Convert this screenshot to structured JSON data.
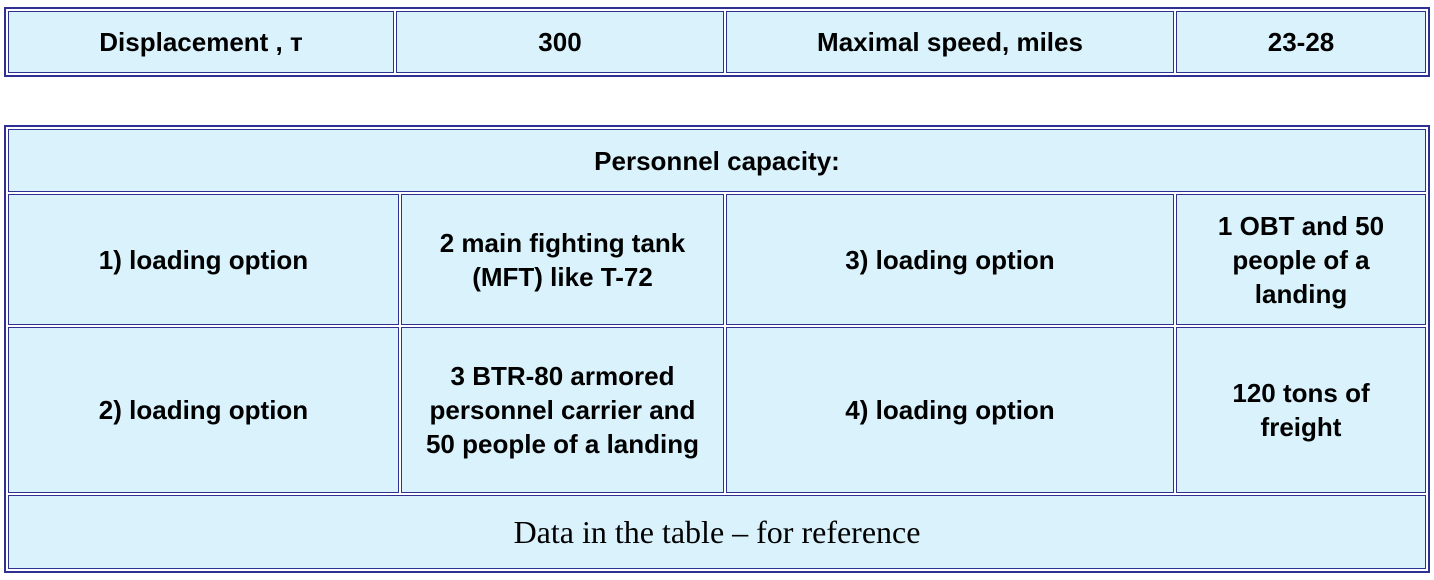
{
  "top_table": {
    "displacement_label": "Displacement , т",
    "displacement_value": "300",
    "speed_label": "Maximal speed, miles",
    "speed_value": "23-28"
  },
  "capacity_table": {
    "header": "Personnel capacity:",
    "rows": [
      {
        "option_a": "1) loading option",
        "value_a": "2 main fighting tank (MFT) like T-72",
        "option_b": "3)  loading option",
        "value_b": "1 OBT and 50 people of a landing"
      },
      {
        "option_a": "2)  loading option",
        "value_a": "3 BTR-80 armored personnel carrier and 50 people of a landing",
        "option_b": "4) loading option",
        "value_b": "120 tons of freight"
      }
    ],
    "footer": "Data in the table – for reference"
  },
  "colors": {
    "cell_background": "#d9f2fc",
    "border": "#2e3192"
  }
}
